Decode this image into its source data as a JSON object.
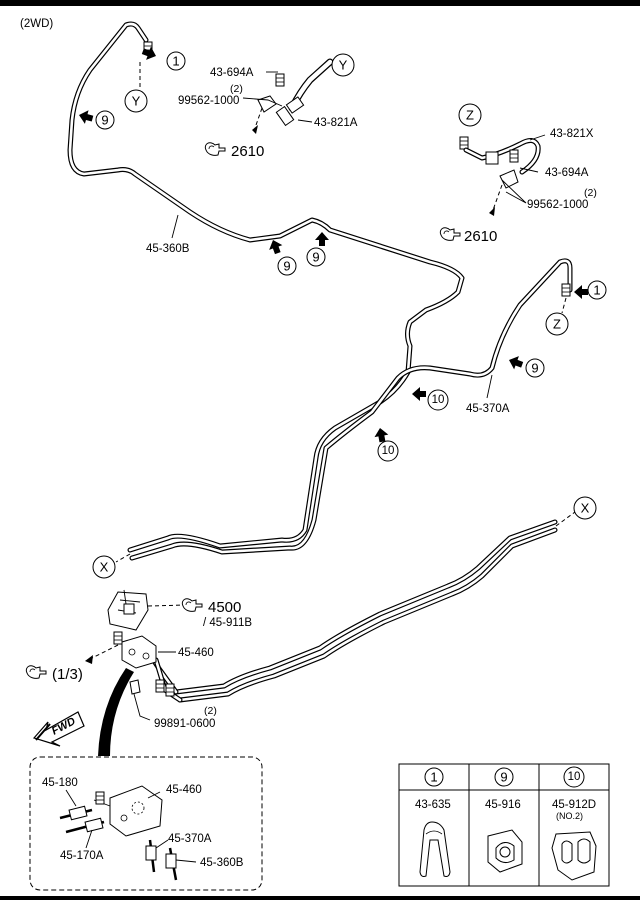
{
  "header": {
    "variant": "(2WD)"
  },
  "callouts": {
    "one": "1",
    "nine": "9",
    "ten": "10",
    "Y": "Y",
    "Z": "Z",
    "X": "X"
  },
  "parts": {
    "p43_694A": "43-694A",
    "p43_821A": "43-821A",
    "p43_821X": "43-821X",
    "p99562": "99562-1000",
    "qty2": "(2)",
    "p45_360B": "45-360B",
    "p45_370A": "45-370A",
    "p45_460": "45-460",
    "p45_180": "45-180",
    "p45_170A": "45-170A",
    "p99891": "99891-0600",
    "p45_911B": "/ 45-911B"
  },
  "refs": {
    "r2610": "2610",
    "r4500": "4500",
    "r1_3": "(1/3)"
  },
  "fwd": "FWD",
  "legend": {
    "headers": [
      "1",
      "9",
      "10"
    ],
    "parts": [
      "43-635",
      "45-916",
      "45-912D"
    ],
    "note": "(NO.2)"
  },
  "colors": {
    "line": "#000000",
    "background": "#ffffff"
  }
}
